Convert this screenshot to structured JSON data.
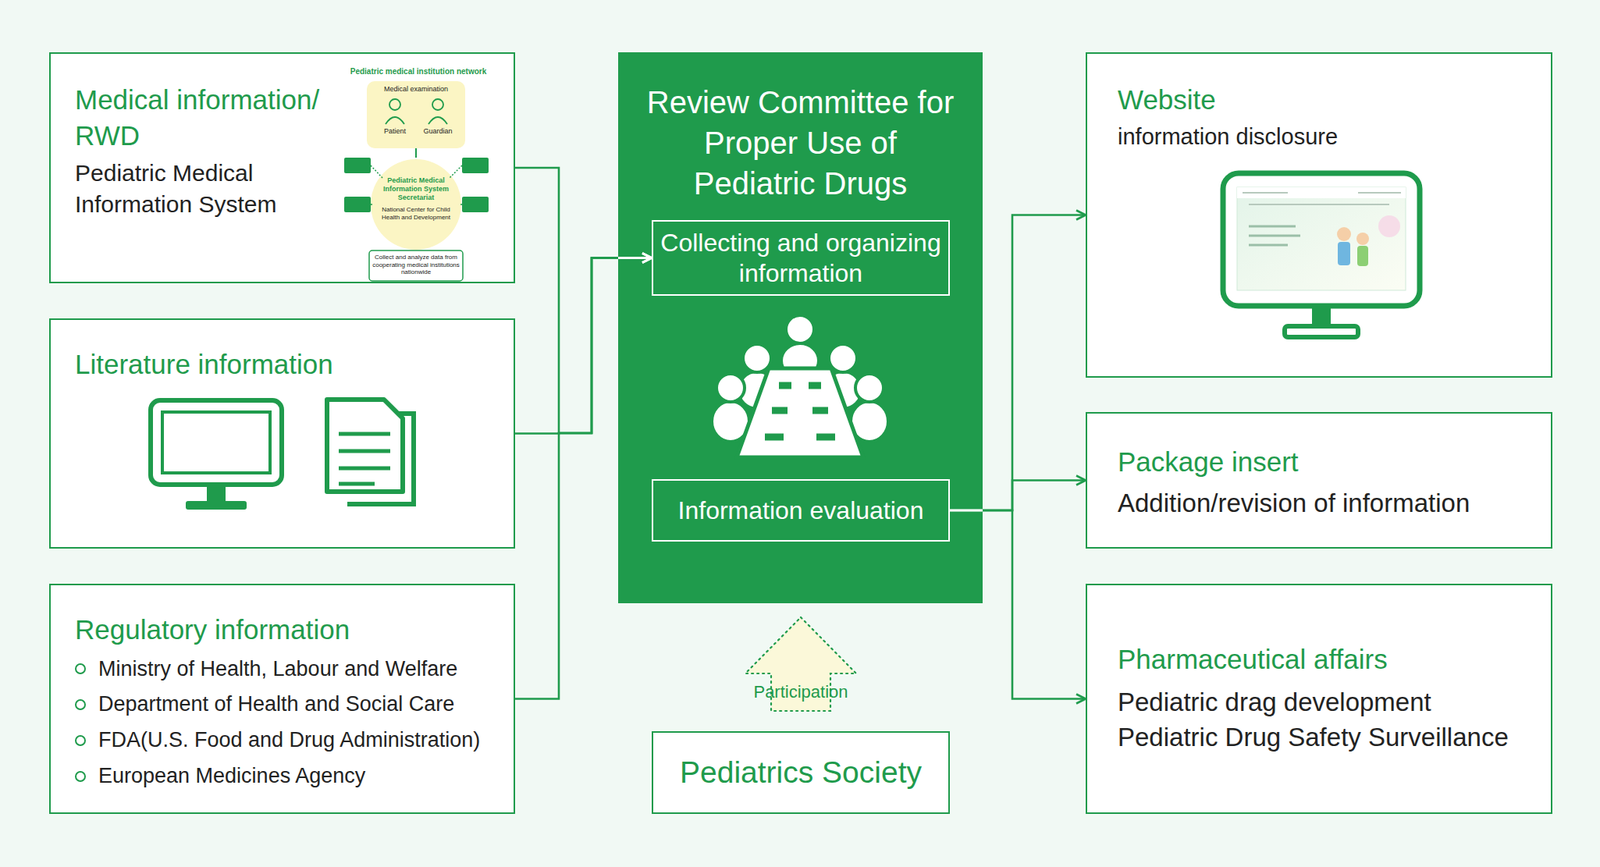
{
  "diagram": {
    "nodes": [
      {
        "text": [
          "Medical information/ RWD",
          "Pediatric Medical Information System"
        ]
      },
      {
        "text": [
          "Literature information"
        ]
      },
      {
        "text": [
          "Regulatory information",
          "Ministry of Health, Labour and Welfare",
          "Department of Health and Social Care",
          "FDA(U.S. Food and Drug Administration)",
          "European Medicines Agency"
        ]
      },
      {
        "text": [
          "Review Committee for Proper Use of Pediatric Drugs"
        ]
      },
      {
        "text": [
          "Collecting and organizing information"
        ],
        "in": 3
      },
      {
        "text": [
          "Information evaluation"
        ],
        "in": 3
      },
      {
        "text": [
          "Pediatrics Society"
        ]
      },
      {
        "text": [
          "Website",
          "information disclosure"
        ]
      },
      {
        "text": [
          "Package insert",
          "Addition/revision of information"
        ]
      },
      {
        "text": [
          "Pharmaceutical affairs",
          "Pediatric drag development",
          "Pediatric Drug Safety Surveillance"
        ]
      }
    ],
    "edges": [
      {
        "from": 0,
        "to": 4,
        "arrow": "to"
      },
      {
        "from": 1,
        "to": 4,
        "arrow": "to"
      },
      {
        "from": 2,
        "to": 4,
        "arrow": "to"
      },
      {
        "from": 6,
        "to": 3,
        "label": "Participation",
        "arrow": "to"
      },
      {
        "from": 5,
        "to": 7,
        "arrow": "to"
      },
      {
        "from": 5,
        "to": 8,
        "arrow": "to"
      },
      {
        "from": 5,
        "to": 9,
        "arrow": "to"
      }
    ],
    "labels": [
      "Pediatric medical institution network",
      "Medical examination",
      "Patient",
      "Guardian",
      "Pediatric Medical Information System Secretariat",
      "National Center for Child Health and Development",
      "Collect and analyze data from cooperating medical institutions nationwide"
    ]
  }
}
